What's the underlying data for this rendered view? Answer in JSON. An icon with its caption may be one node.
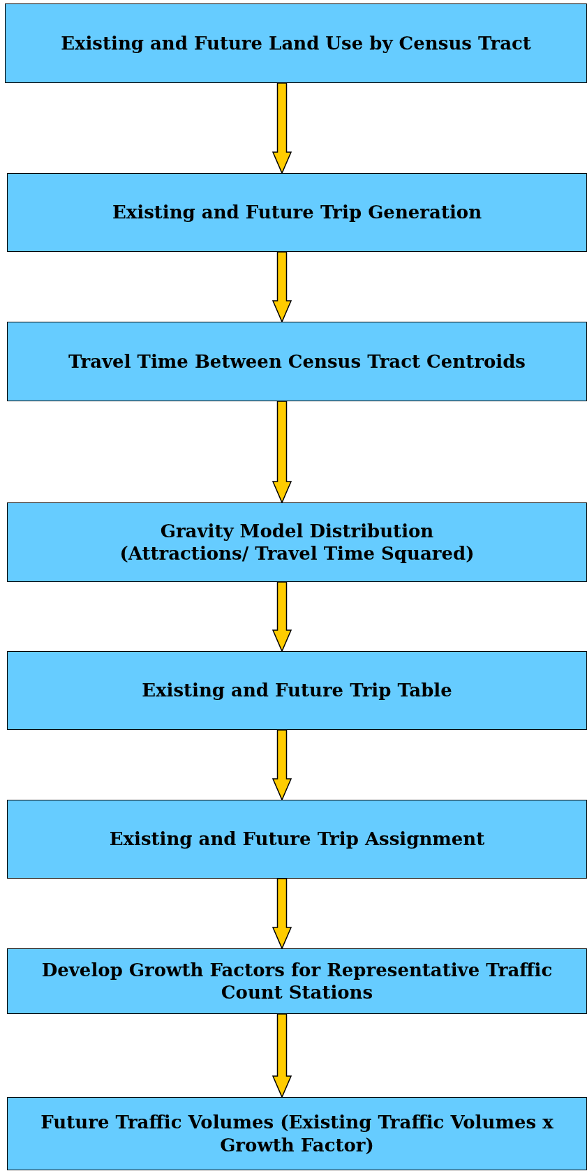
{
  "diagram": {
    "nodes": [
      {
        "text": [
          "Existing and Future Land Use by Census Tract"
        ]
      },
      {
        "text": [
          "Existing and Future Trip Generation"
        ]
      },
      {
        "text": [
          "Travel Time Between Census Tract Centroids"
        ]
      },
      {
        "text": [
          "Gravity Model Distribution (Attractions/ Travel Time Squared)"
        ]
      },
      {
        "text": [
          "Existing and Future Trip Table"
        ]
      },
      {
        "text": [
          "Existing and Future Trip Assignment"
        ]
      },
      {
        "text": [
          "Develop Growth Factors for Representative Traffic Count Stations"
        ]
      },
      {
        "text": [
          "Future Traffic Volumes (Existing Traffic Volumes x Growth Factor)"
        ]
      }
    ],
    "edges": [
      {
        "from": 0,
        "to": 1,
        "arrow": "to"
      },
      {
        "from": 1,
        "to": 2,
        "arrow": "to"
      },
      {
        "from": 2,
        "to": 3,
        "arrow": "to"
      },
      {
        "from": 3,
        "to": 4,
        "arrow": "to"
      },
      {
        "from": 4,
        "to": 5,
        "arrow": "to"
      },
      {
        "from": 5,
        "to": 6,
        "arrow": "to"
      },
      {
        "from": 6,
        "to": 7,
        "arrow": "to"
      }
    ]
  }
}
